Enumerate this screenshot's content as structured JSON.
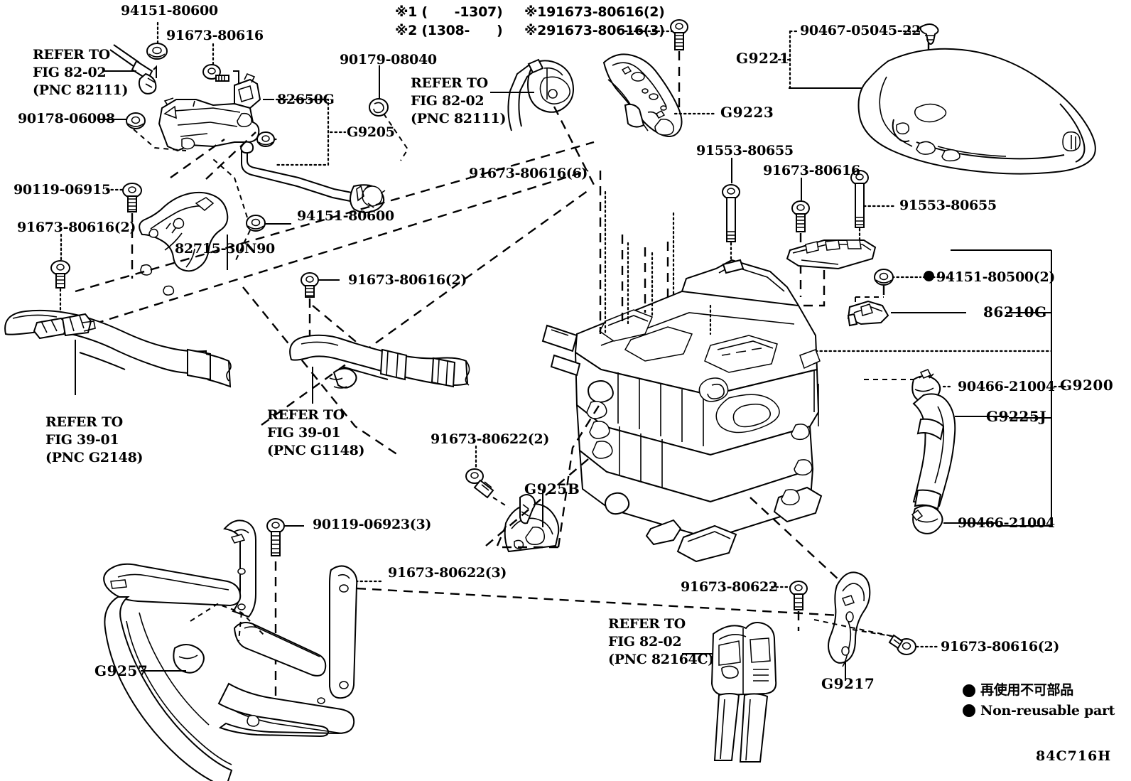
{
  "diagram": {
    "code": "84C716H",
    "legend": {
      "japanese": "再使用不可部品",
      "english": "Non-reusable part"
    },
    "notes": [
      {
        "marker": "※1",
        "text": "※1 (      -1307)"
      },
      {
        "marker": "※2",
        "text": "※2 (1308-      )"
      }
    ],
    "note_parts": [
      {
        "text": "※191673-80616(2)"
      },
      {
        "text": "※291673-80616(3)"
      }
    ]
  },
  "labels": {
    "p_94151_80600_top": "94151-80600",
    "p_91673_80616_top": "91673-80616",
    "refer_82_02_a": "REFER TO\nFIG 82-02\n(PNC 82111)",
    "p_90178_06008": "90178-06008",
    "p_82650G": "82650G",
    "g_G9205": "G9205",
    "p_90179_08040": "90179-08040",
    "refer_82_02_b": "REFER TO\nFIG 82-02\n(PNC 82111)",
    "g_G9223": "G9223",
    "g_G9221": "G9221",
    "p_90467_05045_22": "90467-05045-22",
    "p_90119_06915": "90119-06915",
    "p_91673_80616_2_left": "91673-80616(2)",
    "p_94151_80600_mid": "94151-80600",
    "p_82715_30N90": "82715-30N90",
    "p_91673_80616_6": "91673-80616(6)",
    "p_91553_80655_a": "91553-80655",
    "p_91673_80616_right": "91673-80616",
    "p_91553_80655_b": "91553-80655",
    "p_94151_80500_2": "94151-80500(2)",
    "p_86210G": "86210G",
    "g_G9200": "G9200",
    "p_90466_21004_a": "90466-21004",
    "g_G9225J": "G9225J",
    "p_90466_21004_b": "90466-21004",
    "p_91673_80616_2_mid": "91673-80616(2)",
    "refer_39_01_left": "REFER TO\nFIG 39-01\n(PNC G2148)",
    "refer_39_01_mid": "REFER TO\nFIG 39-01\n(PNC G1148)",
    "p_91673_80622_2": "91673-80622(2)",
    "g_G925B": "G925B",
    "p_90119_06923_3": "90119-06923(3)",
    "p_91673_80622_3": "91673-80622(3)",
    "g_G9257": "G9257",
    "p_91673_80622": "91673-80622",
    "refer_82_02_c": "REFER TO\nFIG 82-02\n(PNC 82164C)",
    "g_G9217": "G9217",
    "p_91673_80616_2_bottom": "91673-80616(2)"
  }
}
